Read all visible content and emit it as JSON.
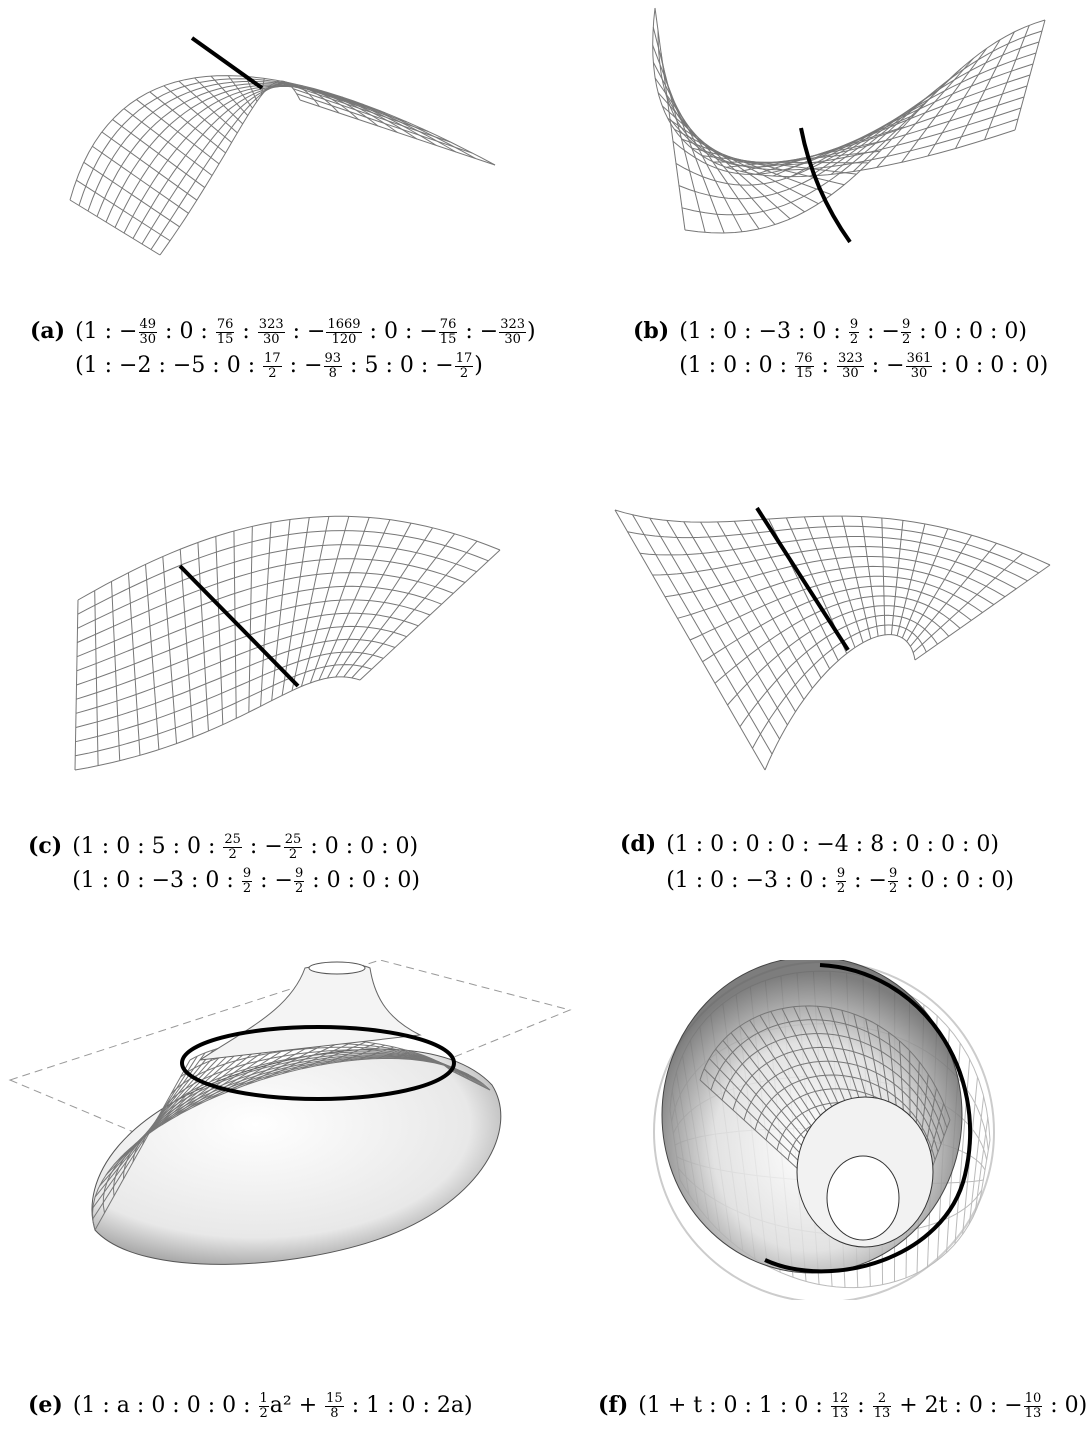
{
  "panels": [
    {
      "label": "(a)",
      "lines": [
        [
          "(1 : −",
          {
            "n": "49",
            "d": "30"
          },
          " : 0 : ",
          {
            "n": "76",
            "d": "15"
          },
          " : ",
          {
            "n": "323",
            "d": "30"
          },
          " : −",
          {
            "n": "1669",
            "d": "120"
          },
          " : 0 : −",
          {
            "n": "76",
            "d": "15"
          },
          " : −",
          {
            "n": "323",
            "d": "30"
          },
          ")"
        ],
        [
          "(1 : −2 : −5 : 0 : ",
          {
            "n": "17",
            "d": "2"
          },
          " : −",
          {
            "n": "93",
            "d": "8"
          },
          " : 5 : 0 : −",
          {
            "n": "17",
            "d": "2"
          },
          ")"
        ]
      ]
    },
    {
      "label": "(b)",
      "lines": [
        [
          "(1 : 0 : −3 : 0 : ",
          {
            "n": "9",
            "d": "2"
          },
          " : −",
          {
            "n": "9",
            "d": "2"
          },
          " : 0 : 0 : 0)"
        ],
        [
          "(1 : 0 : 0 : ",
          {
            "n": "76",
            "d": "15"
          },
          " : ",
          {
            "n": "323",
            "d": "30"
          },
          " : −",
          {
            "n": "361",
            "d": "30"
          },
          " : 0 : 0 : 0)"
        ]
      ]
    },
    {
      "label": "(c)",
      "lines": [
        [
          "(1 : 0 : 5 : 0 : ",
          {
            "n": "25",
            "d": "2"
          },
          " : −",
          {
            "n": "25",
            "d": "2"
          },
          " : 0 : 0 : 0)"
        ],
        [
          "(1 : 0 : −3 : 0 : ",
          {
            "n": "9",
            "d": "2"
          },
          " : −",
          {
            "n": "9",
            "d": "2"
          },
          " : 0 : 0 : 0)"
        ]
      ]
    },
    {
      "label": "(d)",
      "lines": [
        [
          "(1 : 0 : 0 : 0 : −4 : 8 : 0 : 0 : 0)"
        ],
        [
          "(1 : 0 : −3 : 0 : ",
          {
            "n": "9",
            "d": "2"
          },
          " : −",
          {
            "n": "9",
            "d": "2"
          },
          " : 0 : 0 : 0)"
        ]
      ]
    },
    {
      "label": "(e)",
      "lines": [
        [
          "(1 : a : 0 : 0 : 0 : ",
          {
            "n": "1",
            "d": "2"
          },
          "a² + ",
          {
            "n": "15",
            "d": "8"
          },
          " : 1 : 0 : 2a)"
        ]
      ]
    },
    {
      "label": "(f)",
      "lines": [
        [
          "(1 + t : 0 : 1 : 0 : ",
          {
            "n": "12",
            "d": "13"
          },
          " : ",
          {
            "n": "2",
            "d": "13"
          },
          " + 2t : 0 : −",
          {
            "n": "10",
            "d": "13"
          },
          " : 0)"
        ]
      ]
    }
  ]
}
